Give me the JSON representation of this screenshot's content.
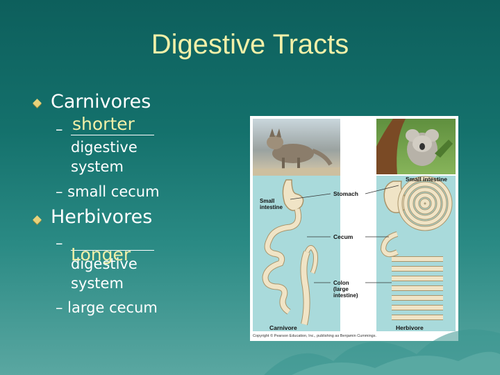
{
  "slide": {
    "title": "Digestive Tracts",
    "accent_color": "#f2f0a8",
    "bullet_icon": "diamond-bullet-icon"
  },
  "carnivores": {
    "heading": "Carnivores",
    "dash": "–",
    "fill_word": "shorter",
    "line1_rest": "digestive",
    "line2_rest": "system",
    "item2": "– small cecum"
  },
  "herbivores": {
    "heading": "Herbivores",
    "dash": "–",
    "fill_word": "Longer",
    "line1_rest": "digestive",
    "line2_rest": "system",
    "item2": "– large cecum"
  },
  "figure": {
    "label_small_intestine_left": "Small\nintestine",
    "label_stomach": "Stomach",
    "label_small_intestine_right": "Small intestine",
    "label_cecum": "Cecum",
    "label_colon": "Colon\n(large\nintestine)",
    "label_carnivore": "Carnivore",
    "label_herbivore": "Herbivore",
    "copyright": "Copyright © Pearson Education, Inc., publishing as Benjamin Cummings."
  }
}
